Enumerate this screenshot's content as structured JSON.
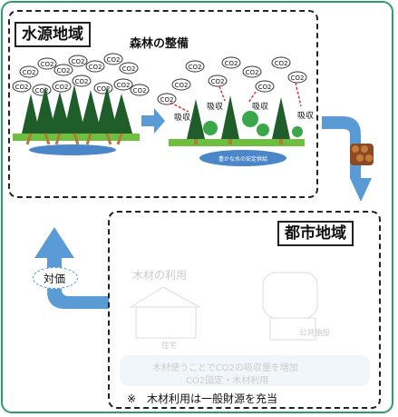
{
  "source_region": {
    "label": "水源地域",
    "forest_title": "森林の整備",
    "absorb_label": "吸収",
    "water_label": "豊かな水の安定供給",
    "co2_label": "CO2"
  },
  "urban_region": {
    "label": "都市地域",
    "wood_use_label": "木材の利用",
    "house_label": "住宅",
    "public_label": "公共施設",
    "wood_caption_line1": "木材使うことでCO2の吸収量を増加",
    "wood_caption_line2": "CO2固定・木材利用",
    "note": "※　木材利用は一般財源を充当"
  },
  "flow": {
    "payment_label": "対価"
  },
  "colors": {
    "frame": "#2e9b6a",
    "arrow_blue": "#5b9bd5",
    "tree_dark": "#1f5d2b",
    "tree_green": "#3aa84a",
    "grass": "#6fbf3f",
    "water": "#4a86c8"
  }
}
